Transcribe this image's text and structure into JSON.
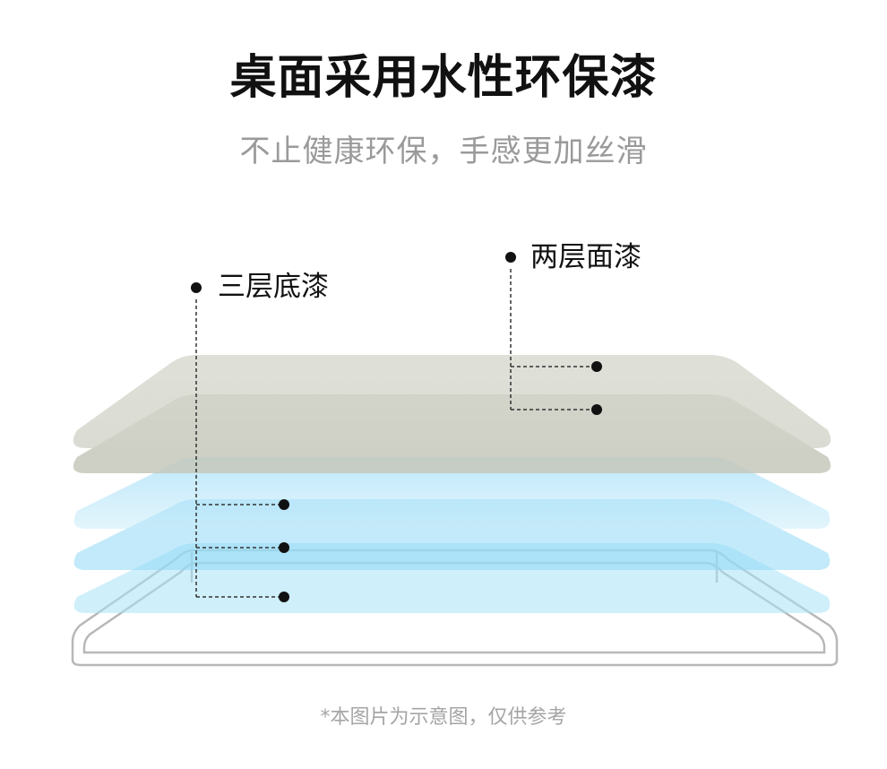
{
  "title": "桌面采用水性环保漆",
  "subtitle": "不止健康环保，手感更加丝滑",
  "labels": {
    "base_coat": "三层底漆",
    "top_coat": "两层面漆"
  },
  "footer_note": "*本图片为示意图，仅供参考",
  "colors": {
    "top_coat_layer": "#d7d9cf",
    "base_coat_layer": "#9fdcf6",
    "outline": "#b9b9b9",
    "text_primary": "#111111",
    "text_secondary": "#9a9a9a"
  }
}
